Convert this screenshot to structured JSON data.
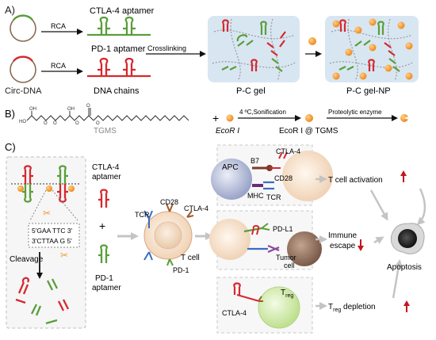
{
  "panel_a": {
    "label": "A)",
    "rca_top": "RCA",
    "rca_bottom": "RCA",
    "ctla4_aptamer": "CTLA-4 aptamer",
    "pd1_aptamer": "PD-1 aptamer",
    "crosslinking": "Crosslinking",
    "circ_dna": "Circ-DNA",
    "dna_chains": "DNA chains",
    "pc_gel": "P-C gel",
    "pc_gel_np": "P-C gel-NP"
  },
  "panel_b": {
    "label": "B)",
    "tgms": "TGMS",
    "plus": "+",
    "eco_ri": "EcoR I",
    "step1": "4 ºC,Sonification",
    "eco_ri_tgms": "EcoR I @ TGMS",
    "step2": "Proteolytic enzyme"
  },
  "panel_c": {
    "label": "C)",
    "ctla4_aptamer_l1": "CTLA-4",
    "ctla4_aptamer_l2": "aptamer",
    "plus": "+",
    "pd1_aptamer_l1": "PD-1",
    "pd1_aptamer_l2": "aptamer",
    "seq_top": "5'GAA TTC 3'",
    "seq_bottom": "3'CTTAA G 5'",
    "cleavage": "Cleavage",
    "cd28": "CD28",
    "tcr": "TCR",
    "ctla4": "CTLA-4",
    "pd1": "PD-1",
    "t_cell": "T cell",
    "apc": "APC",
    "b7": "B7",
    "mhc": "MHC",
    "tcr2": "TCR",
    "ctla4_2": "CTLA-4",
    "cd28_2": "CD28",
    "pdl1": "PD-L1",
    "tumor_l1": "Tumor",
    "tumor_l2": "cell",
    "treg_T": "T",
    "treg_sub": "reg",
    "ctla4_3": "CTLA-4",
    "t_activation": "T cell activation",
    "immune_l1": "Immune",
    "immune_l2": "escape",
    "treg_depl_T": "T",
    "treg_depl_sub": "reg",
    "treg_depl_rest": " depletion",
    "apoptosis": "Apoptosis"
  },
  "colors": {
    "red_dna": "#d6282f",
    "green_dna": "#5a9e3a",
    "orange_np": "#f19a2a",
    "gel_bg": "#d8e6f2",
    "arrow_grey": "#c8c8c8"
  }
}
